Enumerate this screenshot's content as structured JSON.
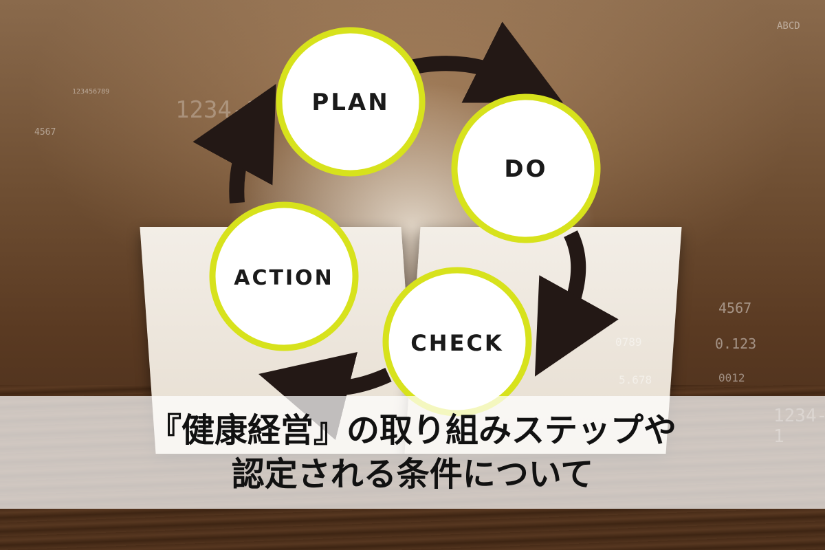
{
  "cycle": {
    "nodes": [
      {
        "label": "PLAN"
      },
      {
        "label": "DO"
      },
      {
        "label": "CHECK"
      },
      {
        "label": "ACTION"
      }
    ],
    "ring_color": "#d7e21c",
    "arrow_color": "#231815"
  },
  "background_numbers": [
    "1234-1",
    "4567",
    "123456789",
    "1234-1",
    "4567",
    "0.123",
    "5.678",
    "0012",
    "0789",
    "ABCD"
  ],
  "caption": {
    "line1": "『健康経営』の取り組みステップや",
    "line2": "認定される条件について"
  }
}
